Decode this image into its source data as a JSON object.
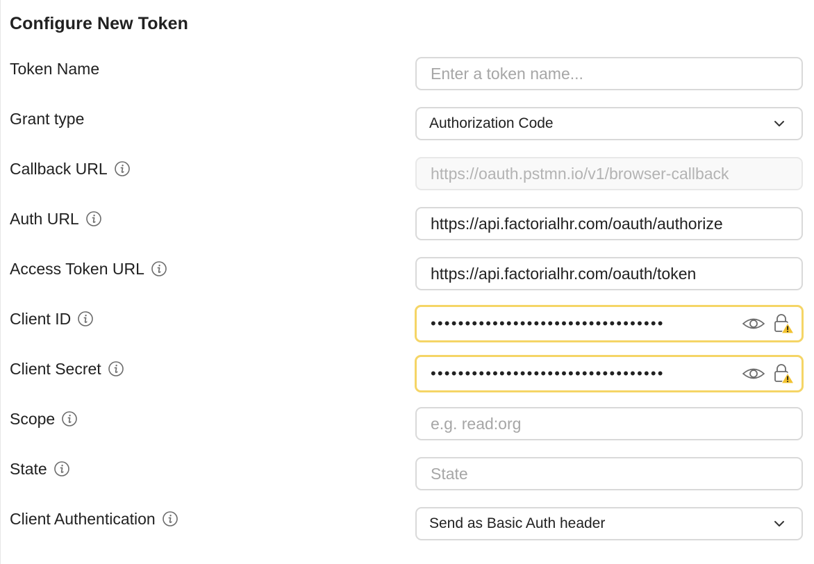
{
  "title": "Configure New Token",
  "fields": {
    "token_name": {
      "label": "Token Name",
      "placeholder": "Enter a token name..."
    },
    "grant_type": {
      "label": "Grant type",
      "value": "Authorization Code"
    },
    "callback_url": {
      "label": "Callback URL",
      "value": "https://oauth.pstmn.io/v1/browser-callback"
    },
    "auth_url": {
      "label": "Auth URL",
      "value": "https://api.factorialhr.com/oauth/authorize"
    },
    "access_token_url": {
      "label": "Access Token URL",
      "value": "https://api.factorialhr.com/oauth/token"
    },
    "client_id": {
      "label": "Client ID",
      "masked": "••••••••••••••••••••••••••••••••••"
    },
    "client_secret": {
      "label": "Client Secret",
      "masked": "••••••••••••••••••••••••••••••••••"
    },
    "scope": {
      "label": "Scope",
      "placeholder": "e.g. read:org"
    },
    "state": {
      "label": "State",
      "placeholder": "State"
    },
    "client_authentication": {
      "label": "Client Authentication",
      "value": "Send as Basic Auth header"
    }
  },
  "icons": {
    "info": "info-icon",
    "reveal": "eye-icon",
    "warning_lock": "lock-warning-icon",
    "dropdown": "chevron-down-icon"
  },
  "colors": {
    "warning_border": "#f5d566",
    "warning_fill": "#f2c230",
    "field_border": "#d9d9d9",
    "text": "#212121",
    "placeholder": "#a6a6a6"
  }
}
